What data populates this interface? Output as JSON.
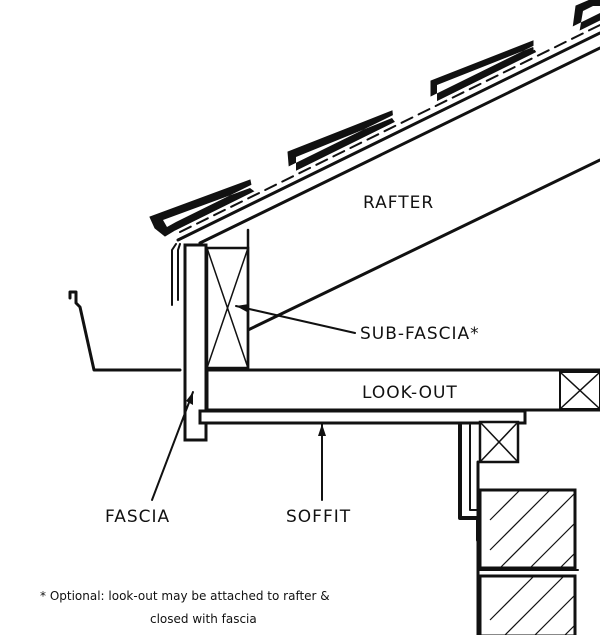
{
  "diagram": {
    "labels": {
      "rafter": "RAFTER",
      "sub_fascia": "SUB-FASCIA*",
      "look_out": "LOOK-OUT",
      "fascia": "FASCIA",
      "soffit": "SOFFIT"
    },
    "footnote": {
      "line1": "* Optional: look-out may be attached to rafter &",
      "line2": "closed with fascia"
    }
  }
}
